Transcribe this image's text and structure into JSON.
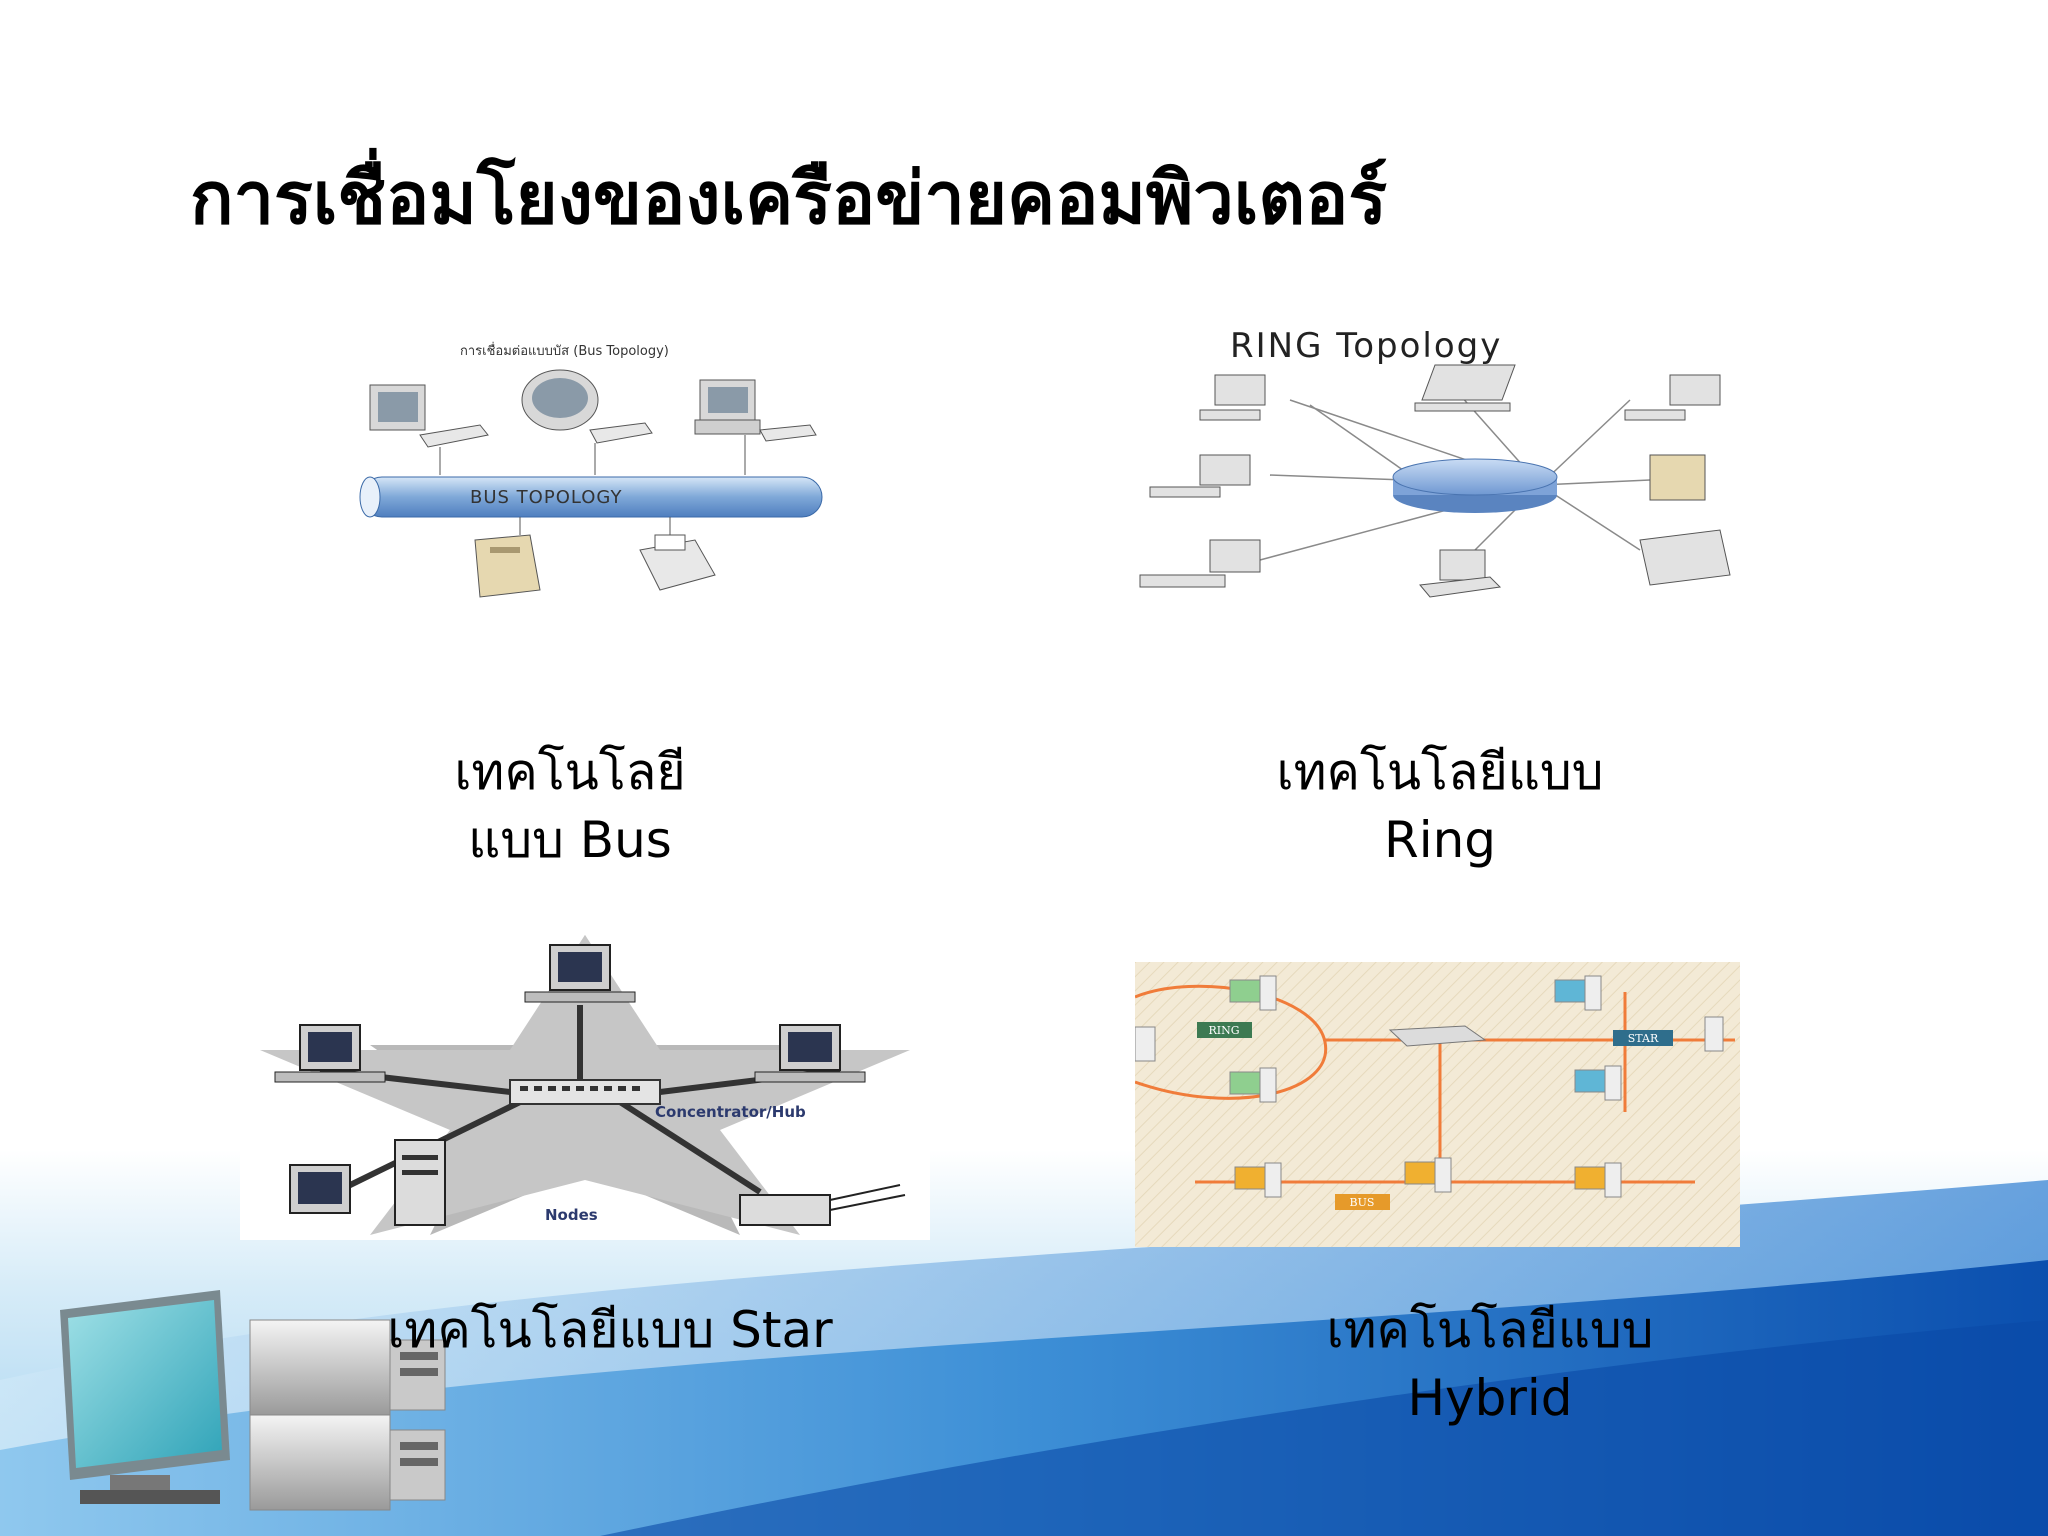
{
  "slide": {
    "title": "การเชื่อมโยงของเครือข่ายคอมพิวเตอร์"
  },
  "bus": {
    "diagram_title": "การเชื่อมต่อแบบบัส (Bus Topology)",
    "bus_label": "BUS TOPOLOGY",
    "caption_line1": "เทคโนโลยี",
    "caption_line2": "แบบ   Bus"
  },
  "ring": {
    "diagram_title": "RING Topology",
    "caption_line1": "เทคโนโลยีแบบ",
    "caption_line2": "Ring"
  },
  "star": {
    "hub_label": "Concentrator/Hub",
    "nodes_label": "Nodes",
    "caption": "เทคโนโลยีแบบ   Star"
  },
  "hybrid": {
    "ring_label": "RING",
    "star_label": "STAR",
    "bus_label": "BUS",
    "caption_line1": "เทคโนโลยีแบบ",
    "caption_line2": "Hybrid"
  },
  "colors": {
    "bg_blue": "#1f6fc0",
    "bg_light": "#bfe0f5",
    "bus_pipe": "#7fa8d8",
    "hybrid_link": "#f07c3a"
  }
}
